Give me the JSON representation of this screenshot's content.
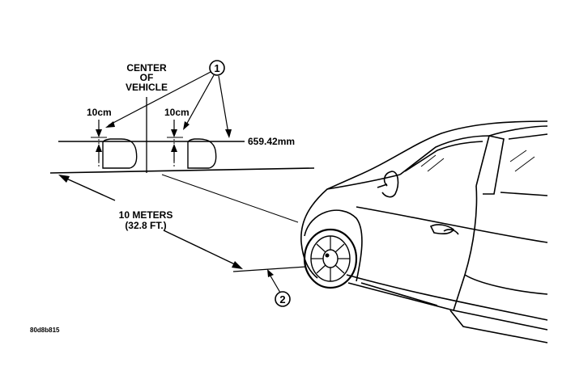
{
  "labels": {
    "center_line1": "CENTER",
    "center_line2": "OF",
    "center_line3": "VEHICLE",
    "gap_left": "10cm",
    "gap_right": "10cm",
    "height": "659.42mm",
    "distance_line1": "10 METERS",
    "distance_line2": "(32.8 FT.)",
    "callout_1": "1",
    "callout_2": "2",
    "figure_code": "80d8b815"
  },
  "colors": {
    "ink": "#000000",
    "paper": "#ffffff"
  }
}
